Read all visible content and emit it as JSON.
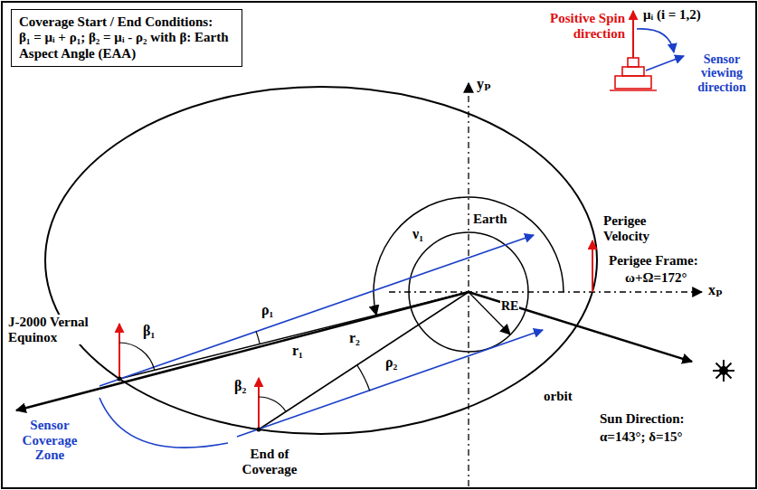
{
  "diagram": {
    "nodes": [
      {
        "text": [
          "Coverage Start / End Conditions:",
          "β₁ = μᵢ + ρ₁; β₂ = μᵢ - ρ₂ with β: Earth Aspect Angle (EAA)"
        ]
      }
    ],
    "labels": [
      "Positive Spin direction",
      "μᵢ (i = 1,2)",
      "Sensor viewing direction",
      "yₚ",
      "Perigee Velocity",
      "Perigee Frame:",
      "ω+Ω=172°",
      "xₚ",
      "ν₁",
      "Earth",
      "RE",
      "β₁",
      "ρ₁",
      "r₁",
      "J-2000 Vernal Equinox",
      "β₂",
      "r₂",
      "ρ₂",
      "Sensor Coverage Zone",
      "End of Coverage",
      "orbit",
      "Sun Direction:",
      "α=143°; δ=15°"
    ]
  }
}
